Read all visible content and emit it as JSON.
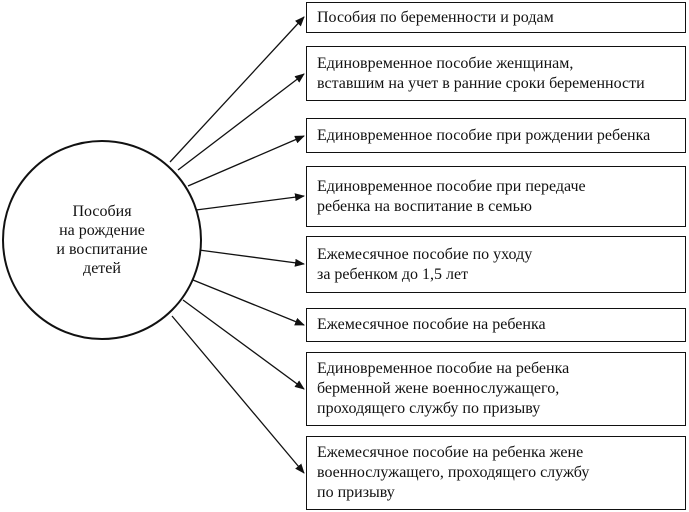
{
  "diagram": {
    "center": {
      "label": "Пособия\nна рождение\nи воспитание\nдетей"
    },
    "items": [
      {
        "label": "Пособия по беременности и родам"
      },
      {
        "label": "Единовременное пособие женщинам,\nвставшим на учет в ранние сроки беременности"
      },
      {
        "label": "Единовременное пособие при рождении ребенка"
      },
      {
        "label": "Единовременное пособие при передаче\nребенка на воспитание в семью"
      },
      {
        "label": "Ежемесячное пособие по уходу\nза ребенком до 1,5 лет"
      },
      {
        "label": "Ежемесячное пособие на ребенка"
      },
      {
        "label": "Единовременное пособие на ребенка\nберменной жене военнослужащего,\nпроходящего службу по призыву"
      },
      {
        "label": "Ежемесячное пособие на ребенка жене\nвоеннослужащего, проходящего службу\nпо призыву"
      }
    ],
    "colors": {
      "line": "#111111",
      "background": "#ffffff"
    }
  }
}
